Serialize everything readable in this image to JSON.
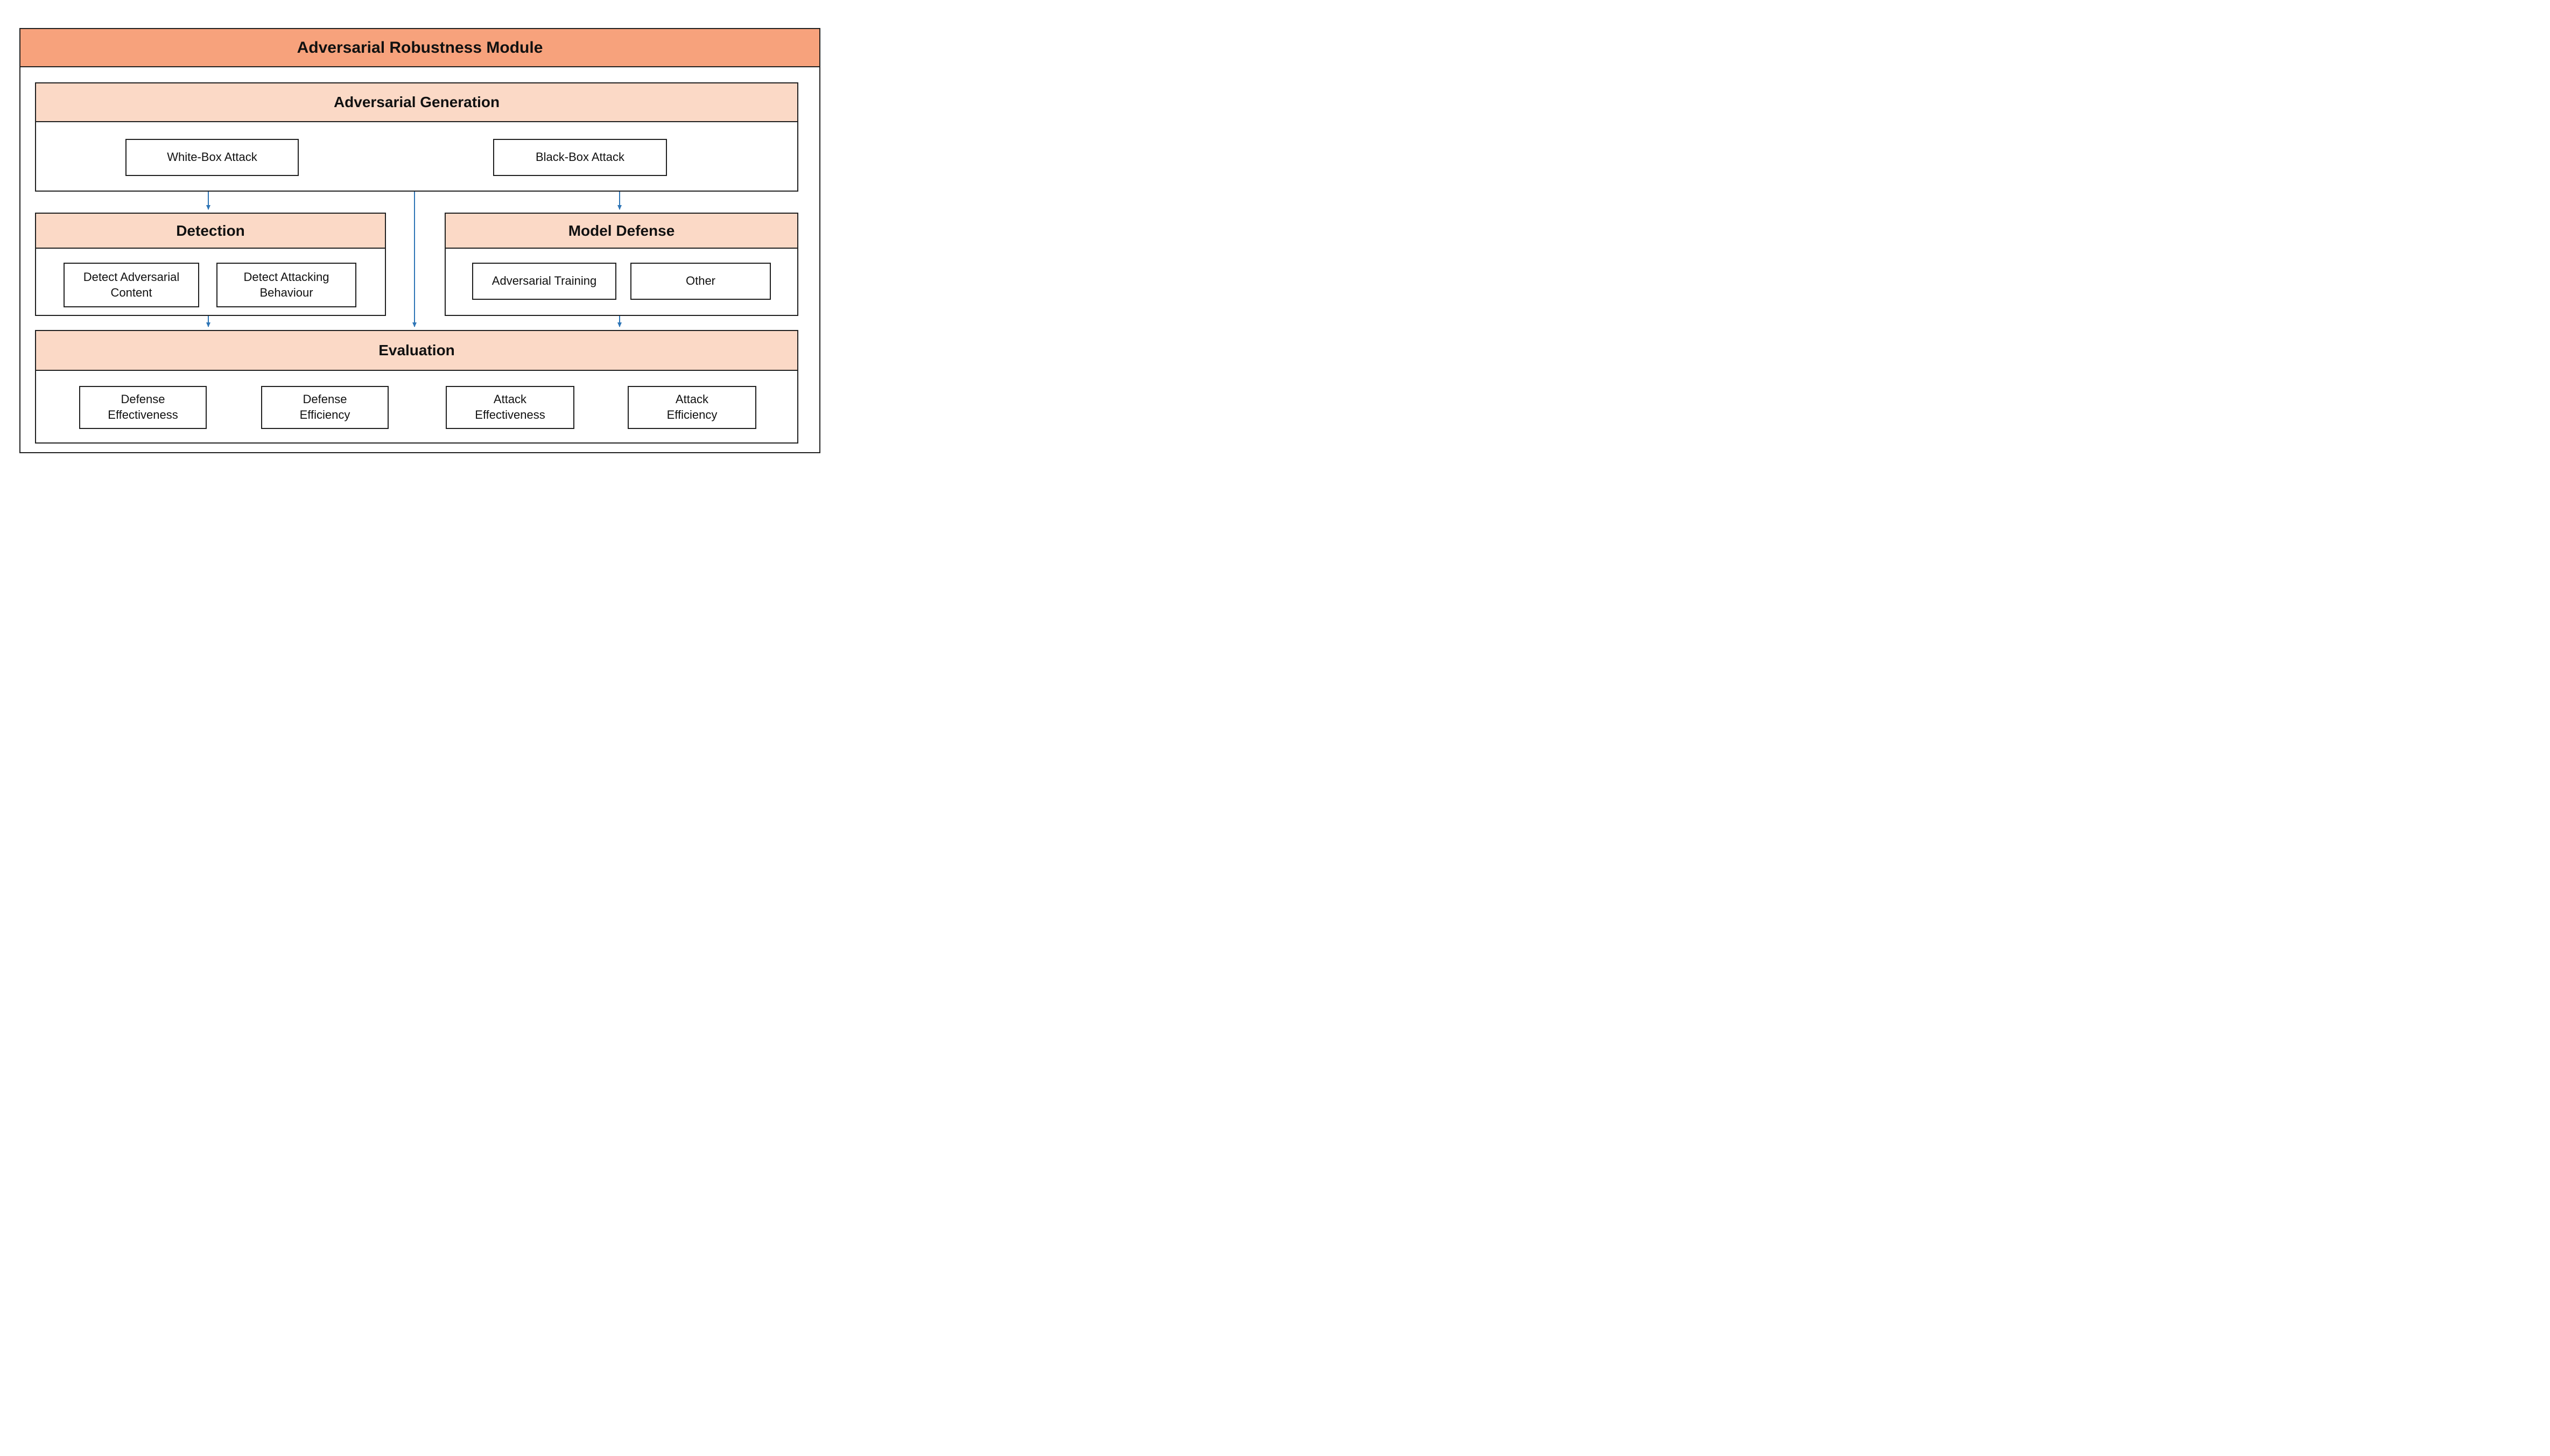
{
  "diagram": {
    "title": "Adversarial Robustness Module",
    "colors": {
      "title_bar": "#F7A27C",
      "section_header": "#FBD9C6",
      "arrow": "#2E75B6",
      "border": "#212121"
    },
    "sections": {
      "generation": {
        "title": "Adversarial Generation",
        "items": [
          "White-Box Attack",
          "Black-Box Attack"
        ]
      },
      "detection": {
        "title": "Detection",
        "items": [
          "Detect Adversarial Content",
          "Detect Attacking Behaviour"
        ]
      },
      "model_defense": {
        "title": "Model Defense",
        "items": [
          "Adversarial Training",
          "Other"
        ]
      },
      "evaluation": {
        "title": "Evaluation",
        "items": [
          "Defense Effectiveness",
          "Defense Efficiency",
          "Attack Effectiveness",
          "Attack Efficiency"
        ]
      }
    },
    "arrows": [
      {
        "from": "adversarial-generation",
        "to": "detection"
      },
      {
        "from": "adversarial-generation",
        "to": "evaluation"
      },
      {
        "from": "adversarial-generation",
        "to": "model-defense"
      },
      {
        "from": "detection",
        "to": "evaluation"
      },
      {
        "from": "model-defense",
        "to": "evaluation"
      }
    ]
  }
}
